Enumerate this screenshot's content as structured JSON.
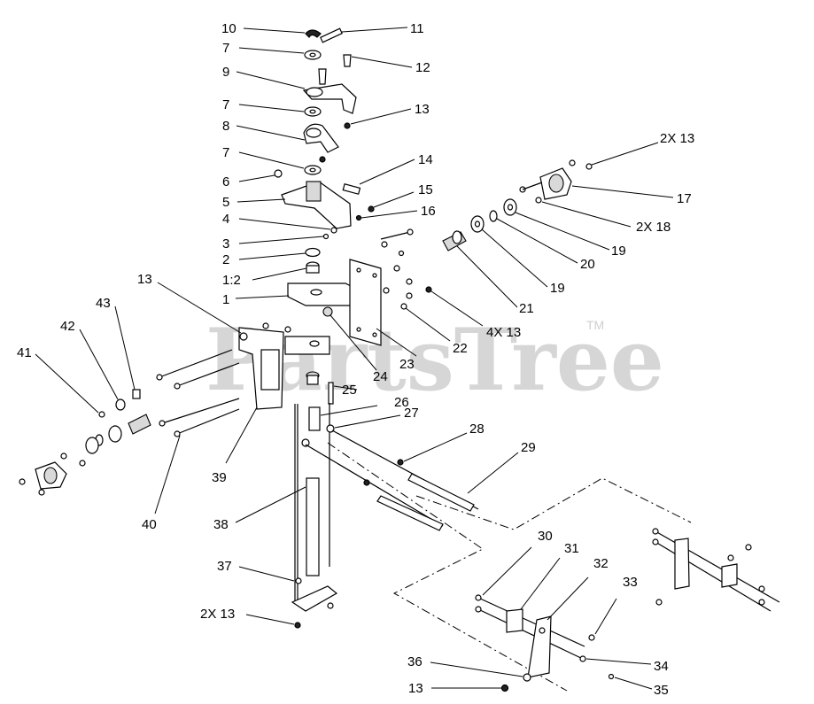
{
  "watermark": {
    "text": "PartsTree",
    "tm": "TM"
  },
  "callouts": [
    {
      "label": "10"
    },
    {
      "label": "11"
    },
    {
      "label": "7"
    },
    {
      "label": "12"
    },
    {
      "label": "9"
    },
    {
      "label": "7"
    },
    {
      "label": "13"
    },
    {
      "label": "8"
    },
    {
      "label": "7"
    },
    {
      "label": "14"
    },
    {
      "label": "2X 13"
    },
    {
      "label": "6"
    },
    {
      "label": "15"
    },
    {
      "label": "17"
    },
    {
      "label": "5"
    },
    {
      "label": "16"
    },
    {
      "label": "4"
    },
    {
      "label": "2X 18"
    },
    {
      "label": "3"
    },
    {
      "label": "19"
    },
    {
      "label": "2"
    },
    {
      "label": "20"
    },
    {
      "label": "1:2"
    },
    {
      "label": "19"
    },
    {
      "label": "13"
    },
    {
      "label": "1"
    },
    {
      "label": "21"
    },
    {
      "label": "43"
    },
    {
      "label": "4X 13"
    },
    {
      "label": "42"
    },
    {
      "label": "22"
    },
    {
      "label": "41"
    },
    {
      "label": "23"
    },
    {
      "label": "24"
    },
    {
      "label": "25"
    },
    {
      "label": "26"
    },
    {
      "label": "27"
    },
    {
      "label": "28"
    },
    {
      "label": "29"
    },
    {
      "label": "39"
    },
    {
      "label": "40"
    },
    {
      "label": "38"
    },
    {
      "label": "30"
    },
    {
      "label": "31"
    },
    {
      "label": "32"
    },
    {
      "label": "33"
    },
    {
      "label": "37"
    },
    {
      "label": "2X 13"
    },
    {
      "label": "36"
    },
    {
      "label": "34"
    },
    {
      "label": "13"
    },
    {
      "label": "35"
    }
  ]
}
